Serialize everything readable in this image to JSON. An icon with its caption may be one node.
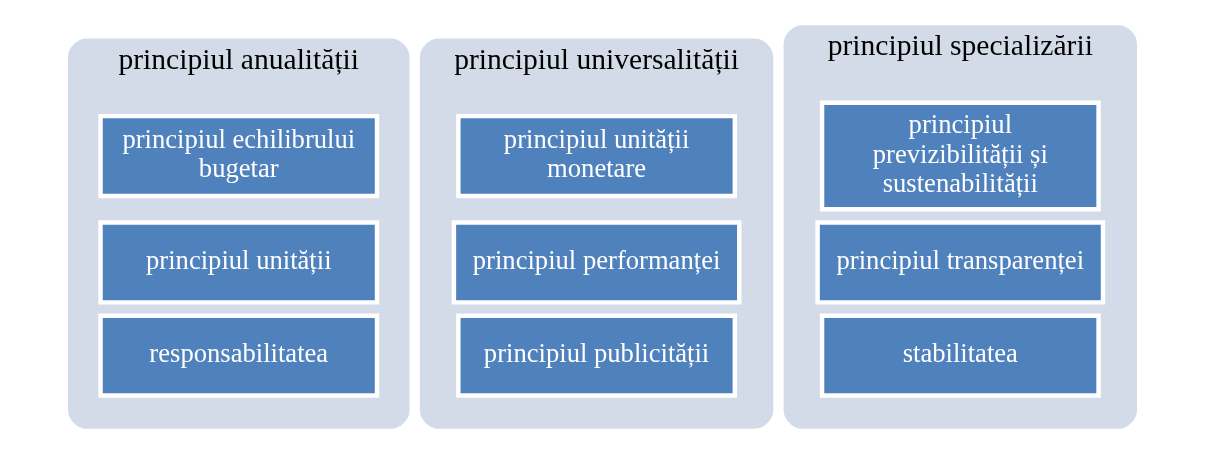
{
  "diagram": {
    "nodes": [
      {
        "text": [
          "principiul anualității"
        ]
      },
      {
        "text": [
          "principiul echilibrului bugetar"
        ],
        "in": 0
      },
      {
        "text": [
          "principiul unității"
        ],
        "in": 0
      },
      {
        "text": [
          "responsabilitatea"
        ],
        "in": 0
      },
      {
        "text": [
          "principiul universalității"
        ]
      },
      {
        "text": [
          "principiul unității monetare"
        ],
        "in": 4
      },
      {
        "text": [
          "principiul performanței"
        ],
        "in": 4
      },
      {
        "text": [
          "principiul publicității"
        ],
        "in": 4
      },
      {
        "text": [
          "principiul specializării"
        ]
      },
      {
        "text": [
          "principiul previzibilității și sustenabilității"
        ],
        "in": 8
      },
      {
        "text": [
          "principiul transparenței"
        ],
        "in": 8
      },
      {
        "text": [
          "stabilitatea"
        ],
        "in": 8
      }
    ]
  }
}
